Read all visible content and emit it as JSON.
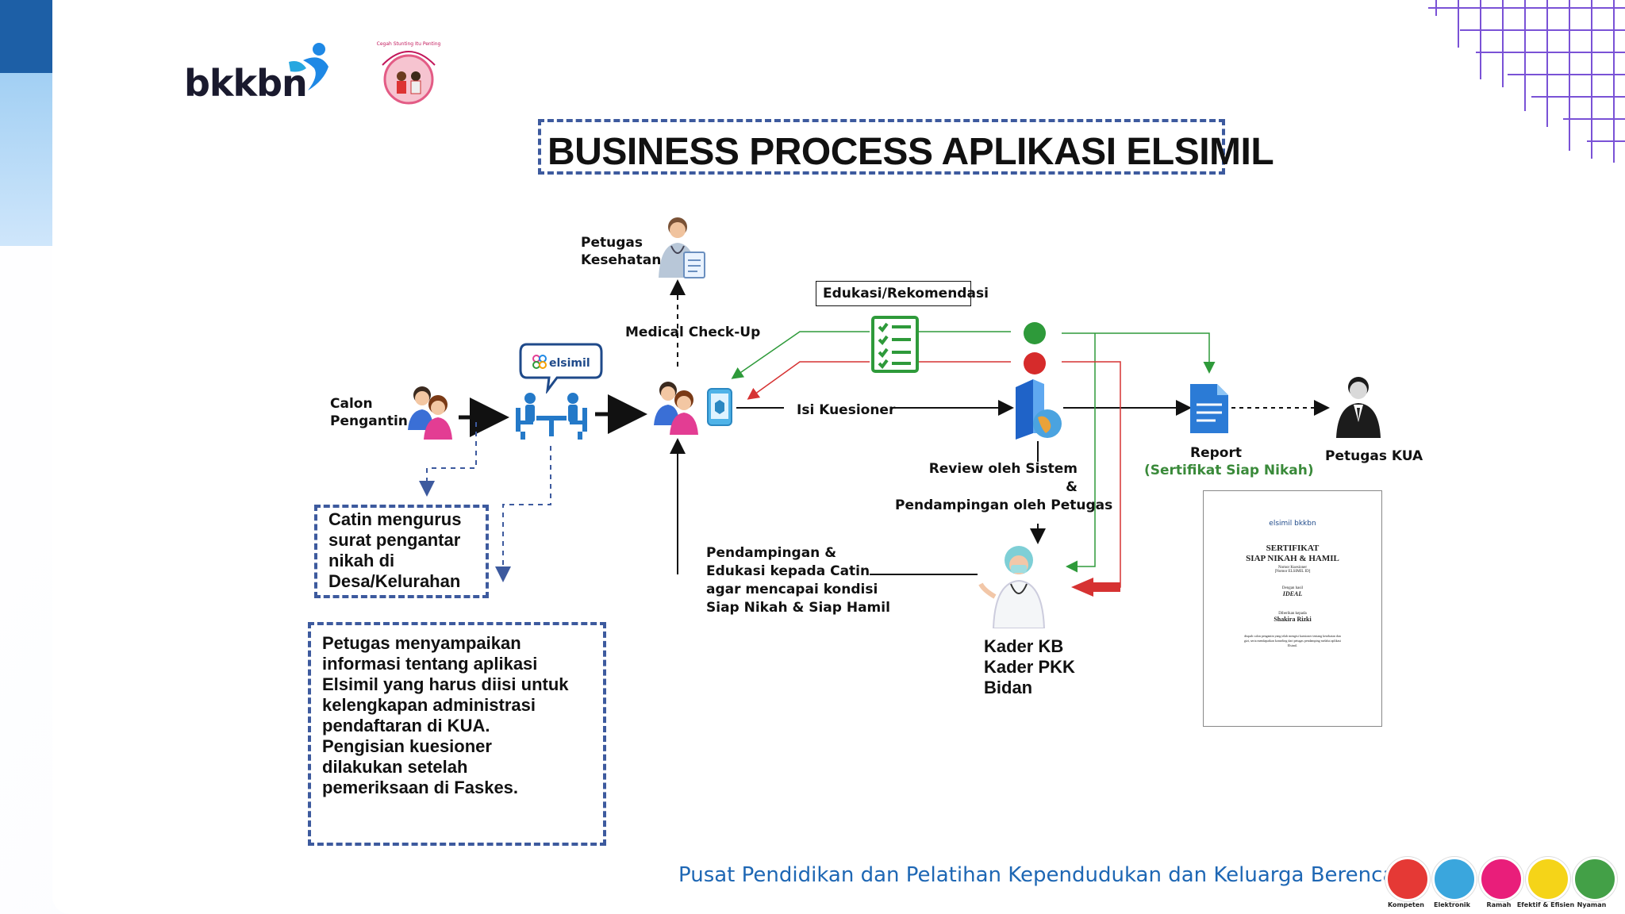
{
  "brand": {
    "logo_text": "bkkbn",
    "stamp_text": "Cegah Stunting Itu Penting"
  },
  "title": "BUSINESS PROCESS APLIKASI ELSIMIL",
  "nodes": {
    "calon_pengantin": "Calon\nPengantin",
    "elsimil_bubble": "elsimil",
    "petugas_kesehatan": "Petugas\nKesehatan",
    "medical_checkup": "Medical Check-Up",
    "edukasi": "Edukasi/Rekomendasi",
    "isi_kuesioner": "Isi Kuesioner",
    "review": "Review oleh Sistem\n&\nPendampingan oleh Petugas",
    "report": "Report",
    "report_sub": "(Sertifikat Siap Nikah)",
    "petugas_kua": "Petugas KUA",
    "pendampingan": "Pendampingan &\nEdukasi kepada Catin\nagar mencapai kondisi\nSiap Nikah & Siap Hamil",
    "kader": "Kader KB\nKader PKK\nBidan"
  },
  "notes": {
    "catin": "Catin mengurus\nsurat pengantar\nnikah di\nDesa/Kelurahan",
    "petugas": "Petugas menyampaikan\ninformasi tentang aplikasi\nElsimil yang harus diisi untuk\nkelengkapan administrasi\npendaftaran di KUA.\nPengisian kuesioner\ndilakukan setelah\npemeriksaan di Faskes."
  },
  "certificate": {
    "logos": "elsimil  bkkbn",
    "title": "SERTIFIKAT\nSIAP NIKAH & HAMIL",
    "subtitle": "Nomor Kuesioner\n[Nomor ELSIMIL ID]",
    "status_label": "Dengan hasil",
    "status": "IDEAL",
    "given_to": "Diberikan kepada",
    "name": "Shakira Rizki",
    "body": "diupah calon pengantin yang telah mengisi kuesioner tentang kesehatan dan\ngizi, serta mendapatkan konseling dari petugas pendamping melalui aplikasi\nElsimil."
  },
  "footer": {
    "text": "Pusat Pendidikan dan Pelatihan Kependudukan dan Keluarga Berencana",
    "badges": [
      {
        "label": "Kompeten",
        "color": "#e53935"
      },
      {
        "label": "Elektronik",
        "color": "#3aa6dd"
      },
      {
        "label": "Ramah",
        "color": "#e91e7a"
      },
      {
        "label": "Efektif & Efisien",
        "color": "#f5d418"
      },
      {
        "label": "Nyaman",
        "color": "#43a047"
      }
    ]
  },
  "colors": {
    "accent_blue": "#3d5a9e",
    "green": "#2e9a3a",
    "red": "#d63232",
    "footer_blue": "#1e67b4"
  }
}
